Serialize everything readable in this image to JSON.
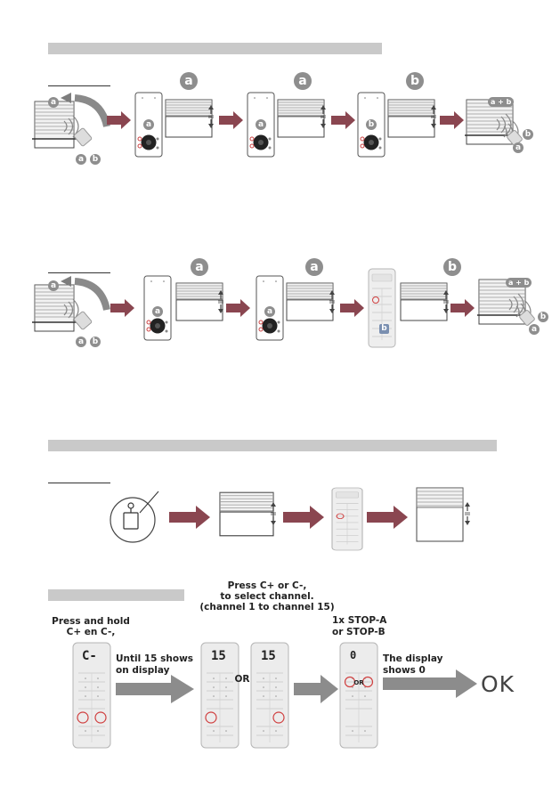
{
  "letters": {
    "a": "a",
    "b": "b"
  },
  "row1": {
    "letters": [
      "a",
      "a",
      "b"
    ],
    "end_badge": "a + b"
  },
  "row2": {
    "letters": [
      "a",
      "a",
      "b"
    ],
    "end_badge": "a + b",
    "remote_badge": "b"
  },
  "row4": {
    "step1_line1": "Press and hold",
    "step1_line2": "C+ en C-,",
    "until_line1": "Until 15 shows",
    "until_line2": "on display",
    "step2_line1": "Press C+ or C-,",
    "step2_line2": "to select channel.",
    "step2_line3": "(channel 1 to channel 15)",
    "or1": "OR",
    "stop_line1": "1x STOP-A",
    "stop_line2": "or STOP-B",
    "display_line1": "The display",
    "display_line2": "shows 0",
    "or2": "OR",
    "ok": "OK",
    "remote_displays": [
      "C-",
      "15",
      "15",
      "0"
    ]
  },
  "colors": {
    "arrow_red": "#8a4650",
    "arrow_gray": "#8c8c8c",
    "section_bar": "#c9c9c9",
    "highlight": "#d04040"
  }
}
